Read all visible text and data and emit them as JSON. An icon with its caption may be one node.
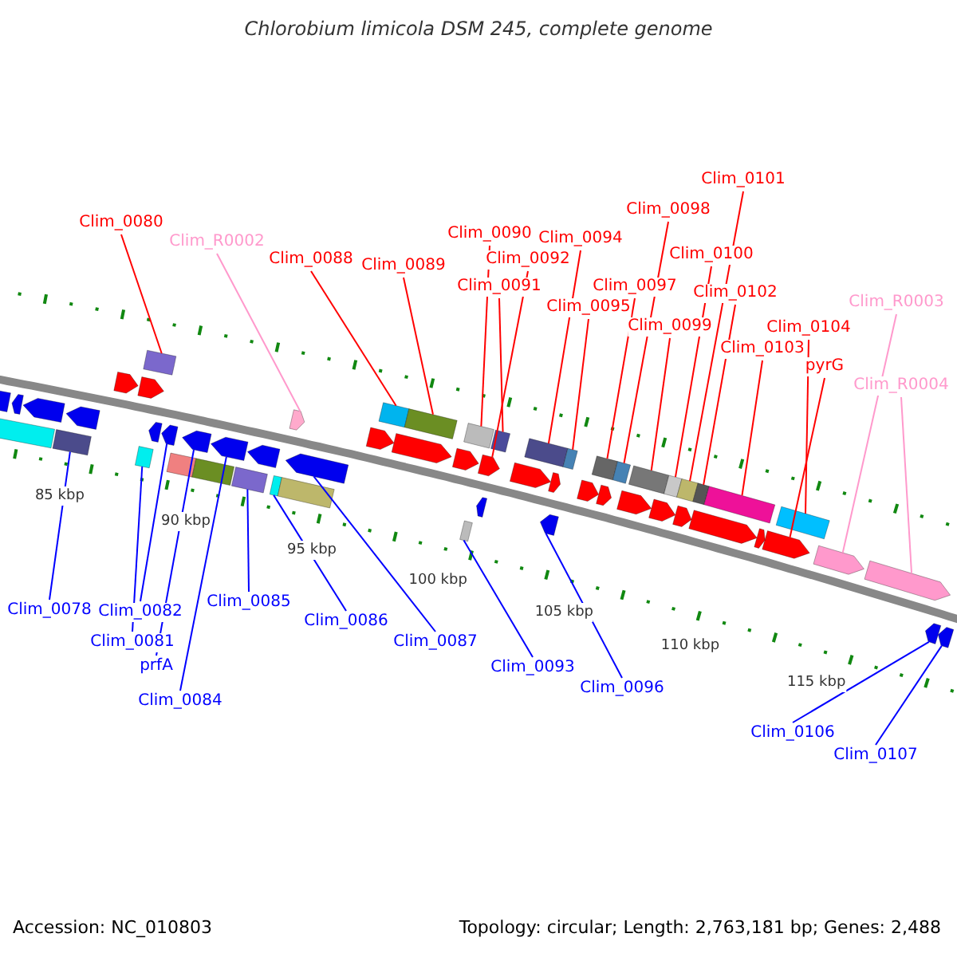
{
  "diagram": {
    "title": "Chlorobium limicola DSM 245, complete genome",
    "nodes": [
      {
        "text": [
          "Clim_0080"
        ]
      },
      {
        "text": [],
        "shape": "box"
      },
      {
        "text": [
          "Clim_R0002"
        ]
      },
      {
        "text": [],
        "shape": "arrow"
      },
      {
        "text": [
          "Clim_0088"
        ]
      },
      {
        "text": [],
        "shape": "box"
      },
      {
        "text": [
          "Clim_0089"
        ]
      },
      {
        "text": [],
        "shape": "box"
      },
      {
        "text": [
          "Clim_0090"
        ]
      },
      {
        "text": [],
        "shape": "box"
      },
      {
        "text": [
          "Clim_0091"
        ]
      },
      {
        "text": [],
        "shape": "box"
      },
      {
        "text": [
          "Clim_0092"
        ]
      },
      {
        "text": [],
        "shape": "arrow"
      },
      {
        "text": [
          "Clim_0094"
        ]
      },
      {
        "text": [],
        "shape": "box"
      },
      {
        "text": [
          "Clim_0095"
        ]
      },
      {
        "text": [],
        "shape": "box"
      },
      {
        "text": [
          "Clim_0097"
        ]
      },
      {
        "text": [],
        "shape": "box"
      },
      {
        "text": [
          "Clim_0098"
        ]
      },
      {
        "text": [],
        "shape": "box"
      },
      {
        "text": [
          "Clim_0099"
        ]
      },
      {
        "text": [],
        "shape": "box"
      },
      {
        "text": [
          "Clim_0100"
        ]
      },
      {
        "text": [],
        "shape": "box"
      },
      {
        "text": [
          "Clim_0101"
        ]
      },
      {
        "text": [],
        "shape": "box"
      },
      {
        "text": [
          "Clim_0102"
        ]
      },
      {
        "text": [],
        "shape": "box"
      },
      {
        "text": [
          "Clim_0103"
        ]
      },
      {
        "text": [],
        "shape": "box"
      },
      {
        "text": [
          "Clim_0104"
        ]
      },
      {
        "text": [],
        "shape": "box"
      },
      {
        "text": [
          "pyrG"
        ]
      },
      {
        "text": [],
        "shape": "arrow"
      },
      {
        "text": [
          "Clim_R0003"
        ]
      },
      {
        "text": [],
        "shape": "arrow"
      },
      {
        "text": [
          "Clim_R0004"
        ]
      },
      {
        "text": [],
        "shape": "arrow"
      },
      {
        "text": [
          "Clim_0078"
        ]
      },
      {
        "text": [],
        "shape": "box"
      },
      {
        "text": [
          "Clim_0082"
        ]
      },
      {
        "text": [],
        "shape": "arrow"
      },
      {
        "text": [
          "Clim_0081"
        ]
      },
      {
        "text": [],
        "shape": "box"
      },
      {
        "text": [
          "prfA"
        ]
      },
      {
        "text": [],
        "shape": "arrow"
      },
      {
        "text": [
          "Clim_0084"
        ]
      },
      {
        "text": [],
        "shape": "arrow"
      },
      {
        "text": [
          "Clim_0085"
        ]
      },
      {
        "text": [],
        "shape": "box"
      },
      {
        "text": [
          "Clim_0086"
        ]
      },
      {
        "text": [],
        "shape": "box"
      },
      {
        "text": [
          "Clim_0087"
        ]
      },
      {
        "text": [],
        "shape": "arrow"
      },
      {
        "text": [
          "Clim_0093"
        ]
      },
      {
        "text": [],
        "shape": "box"
      },
      {
        "text": [
          "Clim_0096"
        ]
      },
      {
        "text": [],
        "shape": "arrow"
      },
      {
        "text": [
          "Clim_0106"
        ]
      },
      {
        "text": [],
        "shape": "arrow"
      },
      {
        "text": [
          "Clim_0107"
        ]
      },
      {
        "text": [],
        "shape": "arrow"
      },
      {
        "text": [],
        "shape": "arrow"
      },
      {
        "text": [],
        "shape": "arrow"
      },
      {
        "text": [],
        "shape": "arrow"
      },
      {
        "text": [],
        "shape": "arrow"
      },
      {
        "text": [],
        "shape": "box"
      },
      {
        "text": [],
        "shape": "arrow"
      },
      {
        "text": [],
        "shape": "arrow"
      },
      {
        "text": [],
        "shape": "arrow"
      },
      {
        "text": [],
        "shape": "arrow"
      },
      {
        "text": [],
        "shape": "box"
      },
      {
        "text": [],
        "shape": "box"
      },
      {
        "text": [],
        "shape": "box"
      },
      {
        "text": [],
        "shape": "arrow"
      },
      {
        "text": [],
        "shape": "arrow"
      },
      {
        "text": [],
        "shape": "arrow"
      },
      {
        "text": [],
        "shape": "arrow"
      },
      {
        "text": [],
        "shape": "arrow"
      },
      {
        "text": [],
        "shape": "arrow"
      },
      {
        "text": [],
        "shape": "arrow"
      },
      {
        "text": [],
        "shape": "arrow"
      },
      {
        "text": [],
        "shape": "arrow"
      },
      {
        "text": [],
        "shape": "arrow"
      },
      {
        "text": [],
        "shape": "arrow"
      },
      {
        "text": [],
        "shape": "arrow"
      },
      {
        "text": [],
        "shape": "arrow"
      }
    ],
    "edges": [
      {
        "from": 0,
        "to": 1,
        "arrow": "none"
      },
      {
        "from": 2,
        "to": 3,
        "arrow": "none",
        "color": "#ff99cc"
      },
      {
        "from": 4,
        "to": 5,
        "arrow": "none"
      },
      {
        "from": 6,
        "to": 7,
        "arrow": "none"
      },
      {
        "from": 8,
        "to": 9,
        "arrow": "none"
      },
      {
        "from": 10,
        "to": 11,
        "arrow": "none"
      },
      {
        "from": 12,
        "to": 13,
        "arrow": "none"
      },
      {
        "from": 14,
        "to": 15,
        "arrow": "none"
      },
      {
        "from": 16,
        "to": 17,
        "arrow": "none"
      },
      {
        "from": 18,
        "to": 19,
        "arrow": "none"
      },
      {
        "from": 20,
        "to": 21,
        "arrow": "none"
      },
      {
        "from": 22,
        "to": 23,
        "arrow": "none"
      },
      {
        "from": 24,
        "to": 25,
        "arrow": "none"
      },
      {
        "from": 26,
        "to": 27,
        "arrow": "none"
      },
      {
        "from": 28,
        "to": 29,
        "arrow": "none"
      },
      {
        "from": 30,
        "to": 31,
        "arrow": "none"
      },
      {
        "from": 32,
        "to": 33,
        "arrow": "none"
      },
      {
        "from": 34,
        "to": 35,
        "arrow": "none"
      },
      {
        "from": 36,
        "to": 37,
        "arrow": "none",
        "color": "#ff99cc"
      },
      {
        "from": 38,
        "to": 39,
        "arrow": "none",
        "color": "#ff99cc"
      },
      {
        "from": 40,
        "to": 41,
        "arrow": "none",
        "color": "#0000ff"
      },
      {
        "from": 42,
        "to": 43,
        "arrow": "none",
        "color": "#0000ff"
      },
      {
        "from": 44,
        "to": 45,
        "arrow": "none",
        "color": "#0000ff"
      },
      {
        "from": 46,
        "to": 47,
        "arrow": "none",
        "color": "#0000ff"
      },
      {
        "from": 48,
        "to": 49,
        "arrow": "none",
        "color": "#0000ff"
      },
      {
        "from": 50,
        "to": 51,
        "arrow": "none",
        "color": "#0000ff"
      },
      {
        "from": 52,
        "to": 53,
        "arrow": "none",
        "color": "#0000ff"
      },
      {
        "from": 54,
        "to": 55,
        "arrow": "none",
        "color": "#0000ff"
      },
      {
        "from": 56,
        "to": 57,
        "arrow": "none",
        "color": "#0000ff"
      },
      {
        "from": 58,
        "to": 59,
        "arrow": "none",
        "color": "#0000ff"
      },
      {
        "from": 60,
        "to": 61,
        "arrow": "none",
        "color": "#0000ff"
      },
      {
        "from": 62,
        "to": 63,
        "arrow": "none",
        "color": "#0000ff"
      }
    ],
    "labels": [
      "85 kbp",
      "90 kbp",
      "95 kbp",
      "100 kbp",
      "105 kbp",
      "110 kbp",
      "115 kbp",
      "Accession: NC_010803",
      "Topology: circular; Length: 2,763,181 bp; Genes: 2,488"
    ]
  }
}
